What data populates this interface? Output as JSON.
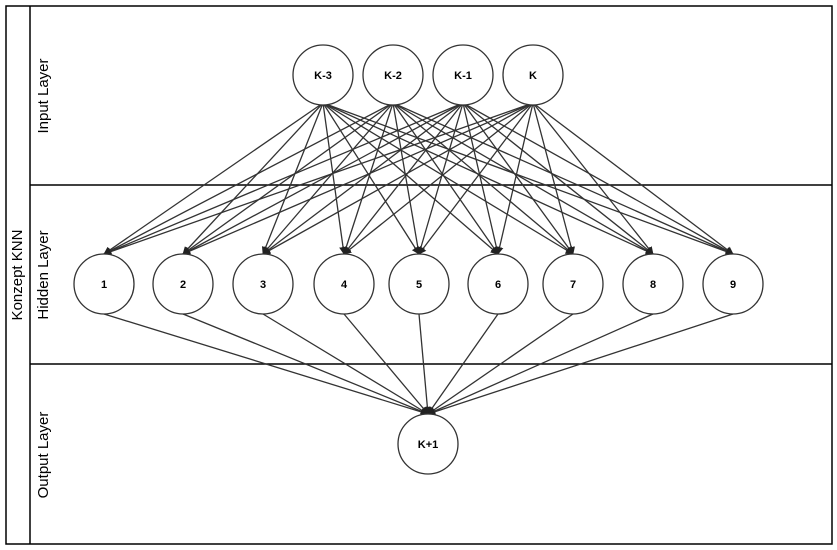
{
  "diagram": {
    "pool_title": "Konzept KNN",
    "lanes": [
      {
        "label": "Input Layer"
      },
      {
        "label": "Hidden Layer"
      },
      {
        "label": "Output Layer"
      }
    ],
    "input_nodes": [
      "K-3",
      "K-2",
      "K-1",
      "K"
    ],
    "hidden_nodes": [
      "1",
      "2",
      "3",
      "4",
      "5",
      "6",
      "7",
      "8",
      "9"
    ],
    "output_nodes": [
      "K+1"
    ],
    "colors": {
      "line": "#000000",
      "edge": "#333333",
      "node_fill": "#ffffff",
      "node_stroke": "#333333"
    }
  }
}
